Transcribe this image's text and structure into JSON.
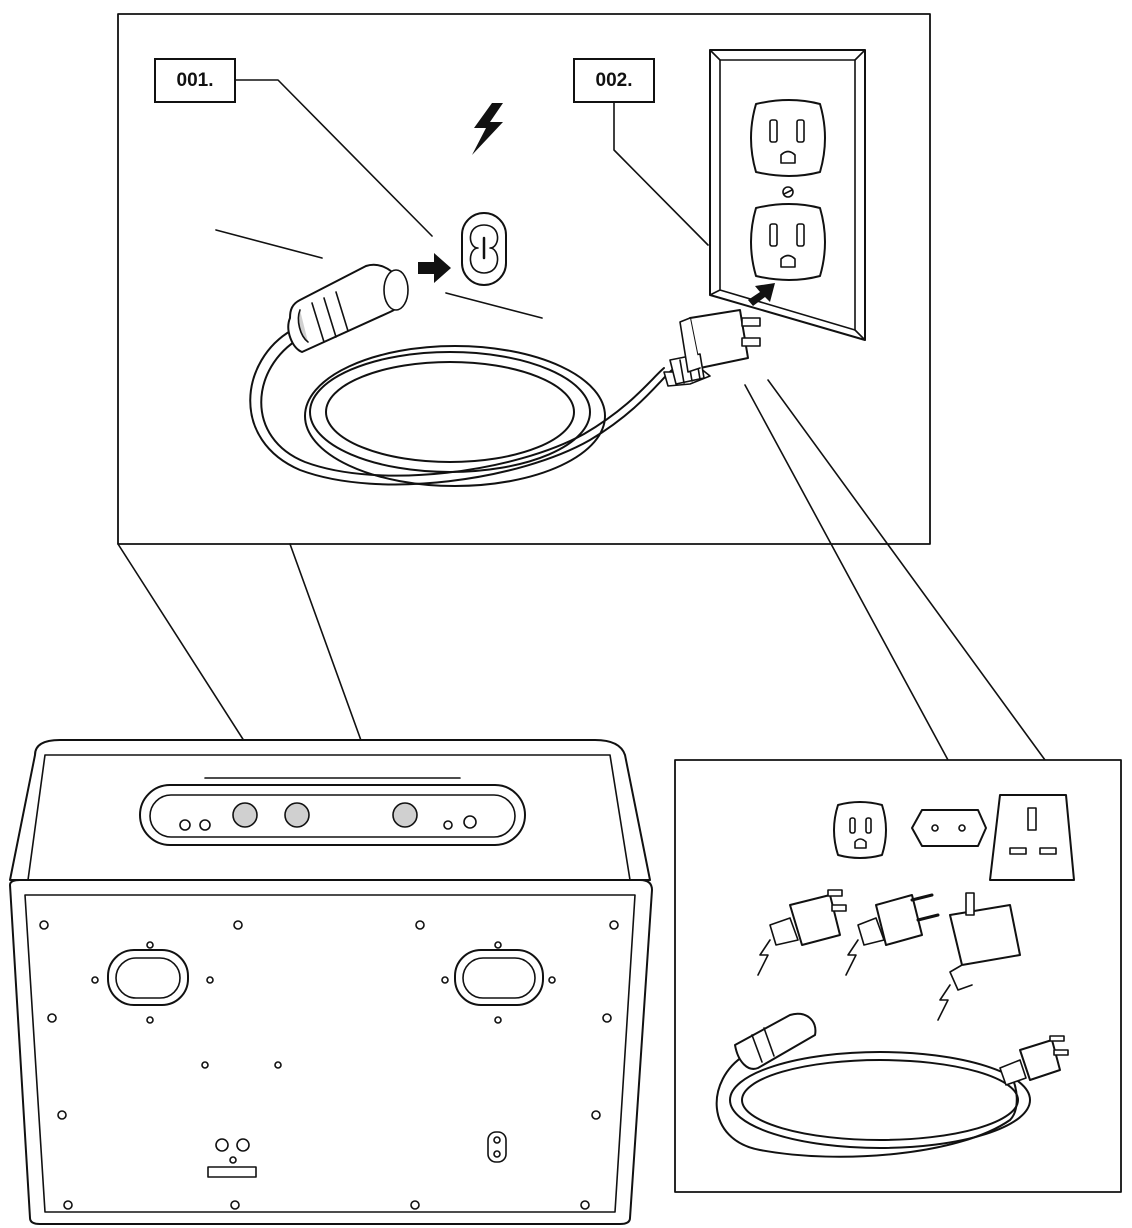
{
  "steps": [
    {
      "label": "001.",
      "action": "connect-cord-to-speaker"
    },
    {
      "label": "002.",
      "action": "plug-into-wall-outlet"
    }
  ],
  "icons": {
    "power": "lightning-bolt-icon",
    "insert_arrow": "arrow-right-icon",
    "connector": "ac-inlet-icon",
    "outlet": "wall-outlet-icon",
    "plugs": [
      "us-plug-icon",
      "eu-plug-icon",
      "uk-plug-icon"
    ],
    "sockets": [
      "us-socket-icon",
      "eu-socket-icon",
      "uk-socket-icon"
    ]
  },
  "colors": {
    "ink": "#111111",
    "paper": "#ffffff",
    "shade": "#d0d0d0"
  }
}
